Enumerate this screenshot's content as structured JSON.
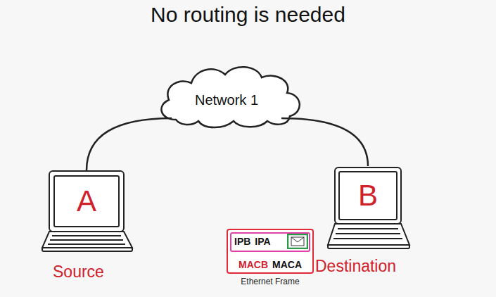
{
  "diagram": {
    "title": "No routing is needed",
    "nodes": [
      {
        "text": [
          "Network 1"
        ]
      },
      {
        "text": [
          "A"
        ]
      },
      {
        "text": [
          "B"
        ]
      },
      {
        "text": [
          "MACB",
          "MACA",
          "Ethernet Frame"
        ]
      },
      {
        "text": [
          "IPB",
          "IPA"
        ],
        "in": 3
      }
    ],
    "edges": [
      {
        "from": 0,
        "to": 1,
        "arrow": "none"
      },
      {
        "from": 0,
        "to": 2,
        "arrow": "none"
      }
    ],
    "labels": [
      "Source",
      "Destination"
    ]
  }
}
